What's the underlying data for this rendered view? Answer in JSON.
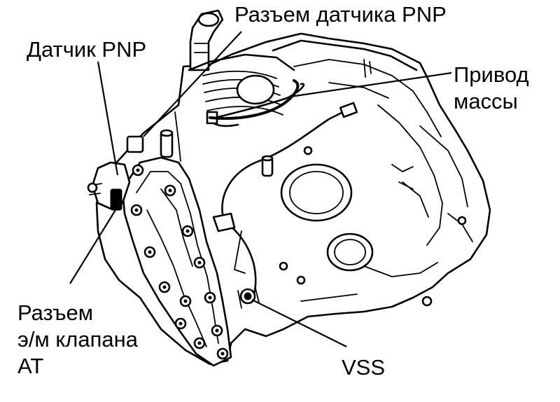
{
  "labels": {
    "pnp_connector": "Разъем датчика PNP",
    "pnp_sensor": "Датчик PNP",
    "ground_drive": [
      "Привод",
      "массы"
    ],
    "solenoid_connector": [
      "Разъем",
      "э/м клапана",
      "AT"
    ],
    "vss": "VSS"
  }
}
